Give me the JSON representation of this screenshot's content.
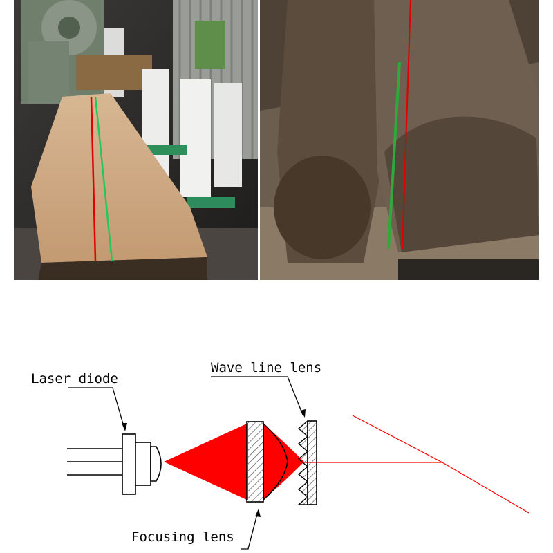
{
  "photos": [
    {
      "name": "sawmill-plank-photo",
      "laser_colors": [
        "#e00000",
        "#22c85a"
      ]
    },
    {
      "name": "log-photo",
      "laser_colors": [
        "#e00000",
        "#2faa3a"
      ]
    }
  ],
  "diagram": {
    "labels": {
      "laser_diode": "Laser diode",
      "wave_line_lens": "Wave line lens",
      "focusing_lens": "Focusing lens"
    },
    "colors": {
      "beam": "#ff0000",
      "outline": "#000000",
      "hatch": "#555555"
    }
  }
}
